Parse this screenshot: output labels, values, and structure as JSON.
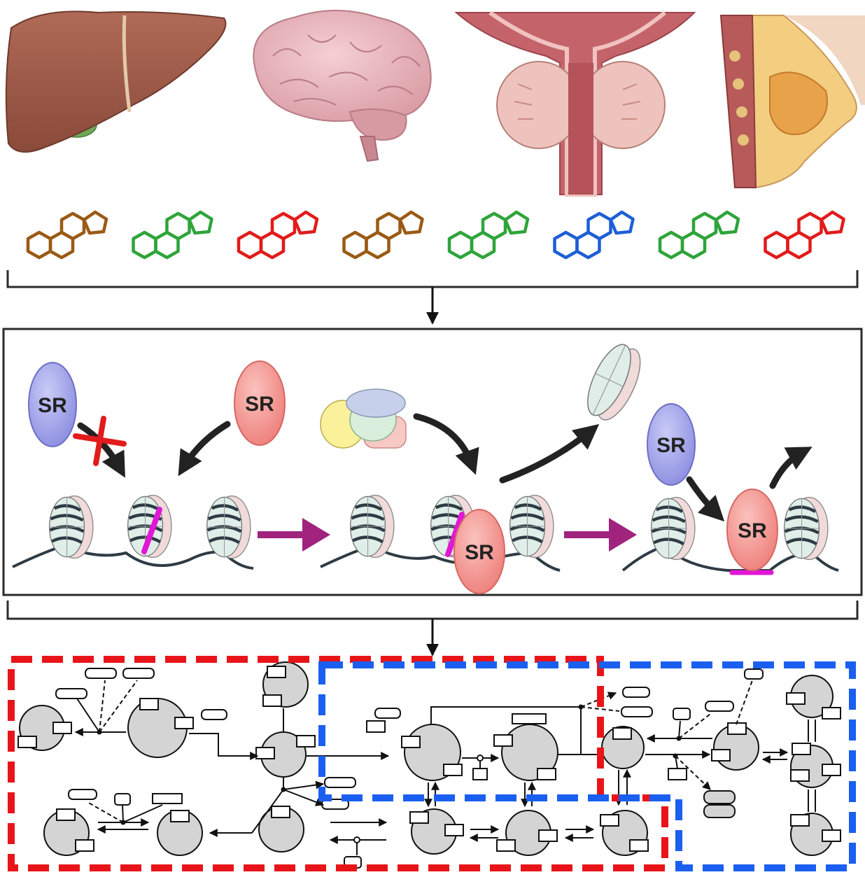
{
  "organs": [
    {
      "name": "liver-illustration"
    },
    {
      "name": "brain-illustration"
    },
    {
      "name": "prostate-illustration"
    },
    {
      "name": "breast-illustration"
    }
  ],
  "steroids": [
    "#9a5a14",
    "#2ea43a",
    "#e21b1b",
    "#9a5a14",
    "#2ea43a",
    "#1e5fd6",
    "#2ea43a",
    "#e21b1b"
  ],
  "receptors": {
    "sr_inactive": "SR",
    "sr_active": "SR",
    "sr_bound": "SR",
    "sr_inactive_2": "SR",
    "sr_bound_2": "SR"
  },
  "colors": {
    "sr_blue": "#9d9ee6",
    "sr_red": "#f08a86",
    "arrow_magenta": "#a0237e",
    "binding_site": "#e216d6",
    "network_red": "#e8141a",
    "network_blue": "#1a5ff0",
    "node_grey": "#d4d4d4"
  }
}
